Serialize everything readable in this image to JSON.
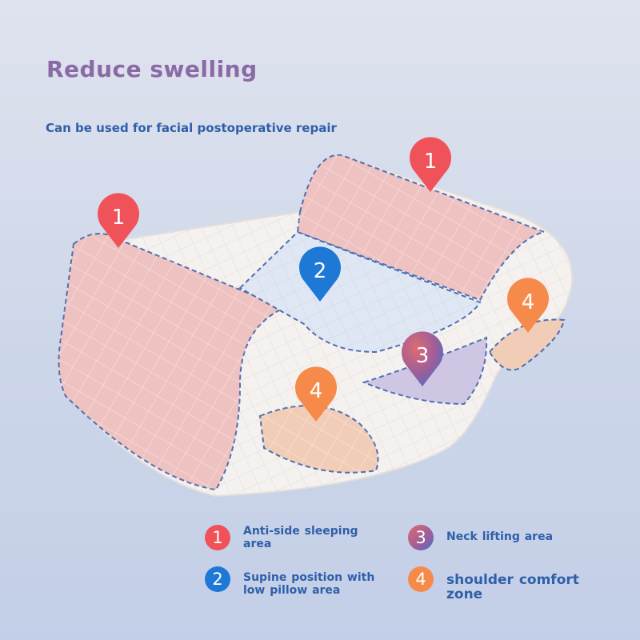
{
  "header": {
    "title": "Reduce swelling",
    "subtitle": "Can be used for facial postoperative repair"
  },
  "pins": [
    {
      "label": "1",
      "color": "#f0525a"
    },
    {
      "label": "1",
      "color": "#f0525a"
    },
    {
      "label": "2",
      "color": "#1e78d6"
    },
    {
      "label": "3",
      "color": "#c0607e"
    },
    {
      "label": "4",
      "color": "#f58a4a"
    },
    {
      "label": "4",
      "color": "#f58a4a"
    }
  ],
  "legend": [
    {
      "num": "1",
      "text": "Anti-side sleeping area",
      "color": "#f0525a"
    },
    {
      "num": "3",
      "text": "Neck lifting area",
      "color": "#a9679a"
    },
    {
      "num": "2",
      "text": "Supine position with low pillow area",
      "color": "#1e78d6"
    },
    {
      "num": "4",
      "text": "shoulder comfort zone",
      "color": "#f58a4a"
    }
  ],
  "colors": {
    "zone_pink": "#efc2c2",
    "zone_blue": "#dfe7f4",
    "zone_lilac": "#cfc6e3",
    "zone_peach": "#f1cdb7",
    "pillow_white": "#f4f1ef",
    "outline_dash": "#4c6fb2"
  }
}
